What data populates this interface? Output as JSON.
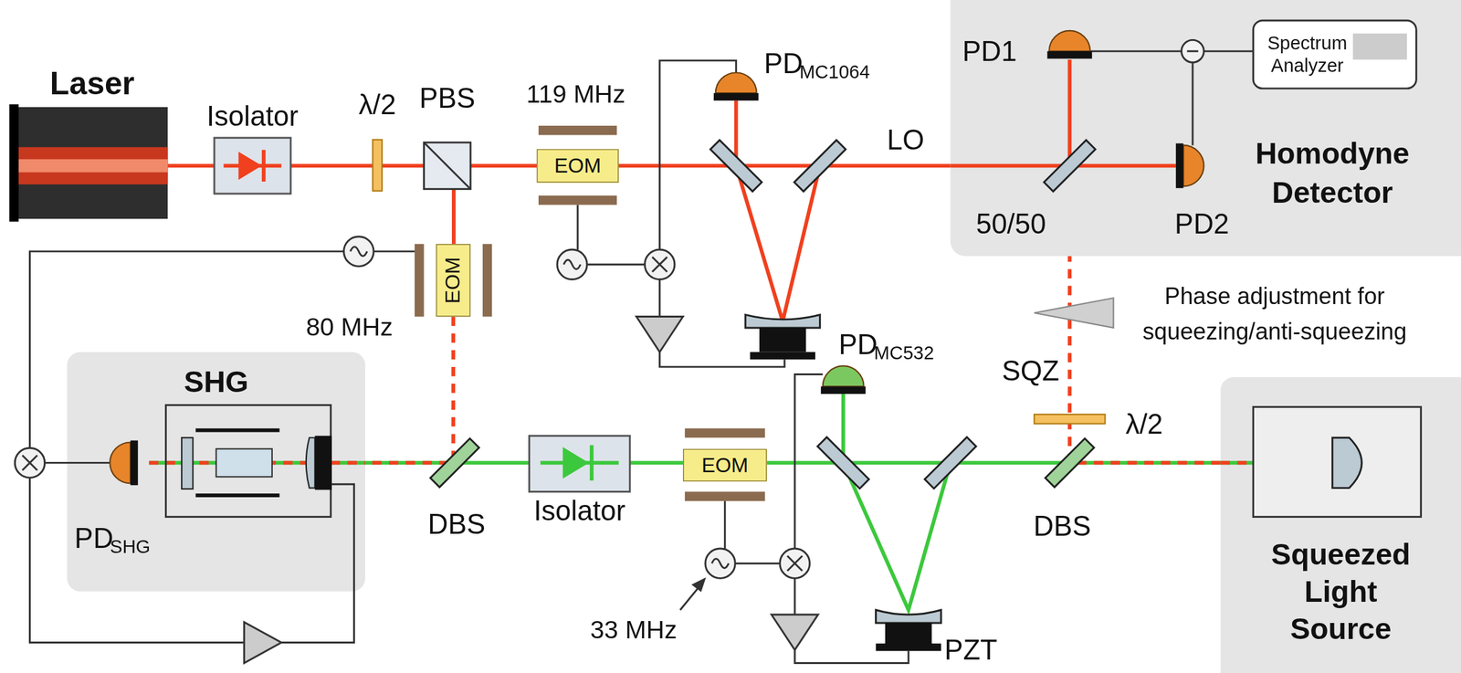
{
  "diagram": {
    "nodes": [
      {
        "text": [
          "Laser"
        ]
      },
      {
        "text": [
          "Isolator"
        ]
      },
      {
        "text": [
          "EOM"
        ]
      },
      {
        "text": [
          "EOM"
        ]
      },
      {
        "text": [
          "Homodyne Detector"
        ]
      },
      {
        "text": [
          "Spectrum Analyzer"
        ],
        "in": 4
      },
      {
        "text": [
          "SHG"
        ]
      },
      {
        "text": [
          "Isolator"
        ]
      },
      {
        "text": [
          "EOM"
        ]
      },
      {
        "text": [
          "Squeezed Light Source"
        ]
      }
    ],
    "edges": [
      {
        "from": 0,
        "to": 1,
        "arrow": "none"
      },
      {
        "from": 1,
        "to": 2,
        "arrow": "none"
      },
      {
        "from": 2,
        "to": 4,
        "label": "LO",
        "arrow": "none"
      },
      {
        "from": 6,
        "to": 7,
        "arrow": "none"
      },
      {
        "from": 3,
        "to": 6,
        "arrow": "none"
      },
      {
        "from": 7,
        "to": 8,
        "arrow": "none"
      },
      {
        "from": 8,
        "to": 9,
        "arrow": "none"
      },
      {
        "from": 9,
        "to": 4,
        "label": "SQZ",
        "arrow": "none"
      }
    ],
    "labels": [
      "λ/2",
      "PBS",
      "119 MHz",
      "PD",
      "MC1064",
      "PD1",
      "50/50",
      "PD2",
      "80 MHz",
      "Phase adjustment for squeezing/anti-squeezing",
      "λ/2",
      "PD",
      "MC532",
      "DBS",
      "DBS",
      "PD",
      "SHG",
      "33 MHz",
      "PZT"
    ]
  }
}
